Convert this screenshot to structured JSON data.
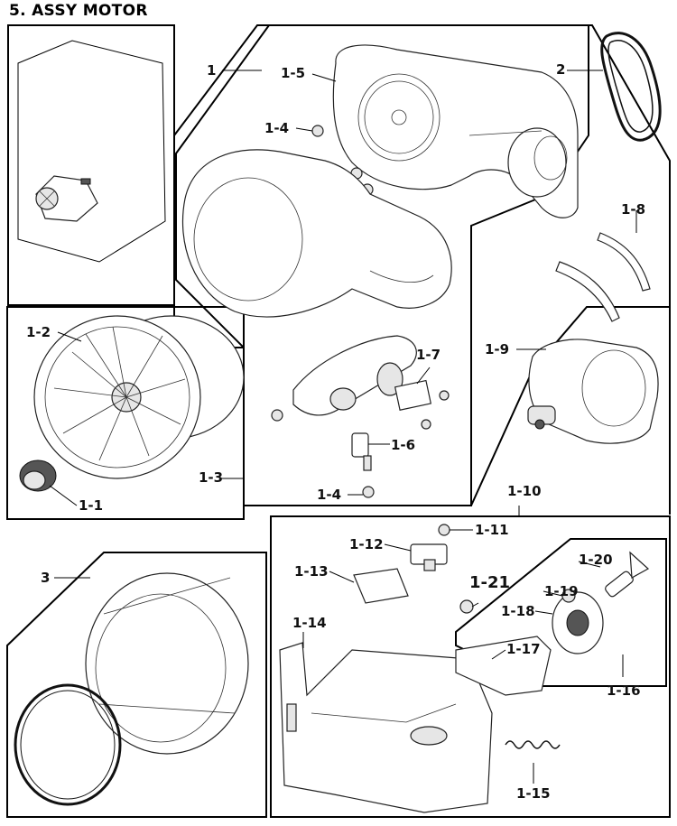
{
  "title": "5. ASSY MOTOR",
  "labels": {
    "l1": "1",
    "l1_1": "1-1",
    "l1_2": "1-2",
    "l1_3": "1-3",
    "l1_4a": "1-4",
    "l1_4b": "1-4",
    "l1_5": "1-5",
    "l1_6": "1-6",
    "l1_7": "1-7",
    "l1_8": "1-8",
    "l1_9": "1-9",
    "l1_10": "1-10",
    "l1_11": "1-11",
    "l1_12": "1-12",
    "l1_13": "1-13",
    "l1_14": "1-14",
    "l1_15": "1-15",
    "l1_16": "1-16",
    "l1_17": "1-17",
    "l1_18": "1-18",
    "l1_19": "1-19",
    "l1_20": "1-20",
    "l1_21": "1-21",
    "l2": "2",
    "l3": "3"
  }
}
